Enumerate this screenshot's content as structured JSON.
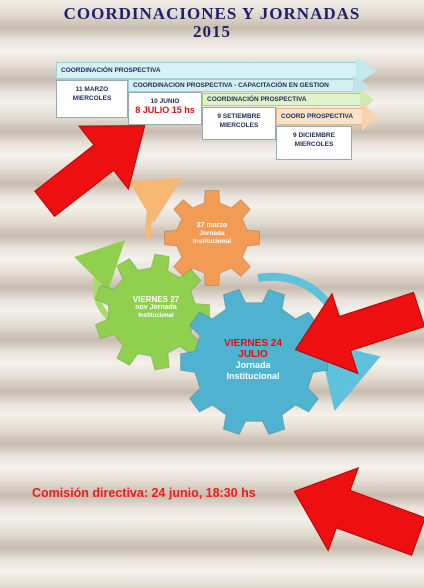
{
  "title": {
    "line1": "COORDINACIONES Y JORNADAS",
    "line2": "2015"
  },
  "timeline": [
    {
      "bar_label": "COORDINACIÓN PROSPECTIVA",
      "box_lines": [
        "11 MARZO",
        "MIERCOLES"
      ],
      "bar_color": "#d6f2f5",
      "head_color": "#c2e9ee"
    },
    {
      "bar_label": "COORDINACION PROSPECTIVA - CAPACITACIÓN EN GESTION",
      "box_lines": [
        "10 JUNIO"
      ],
      "box_red": "8 JULIO  15 hs",
      "bar_color": "#d4eef2",
      "head_color": "#bfe3e9"
    },
    {
      "bar_label": "COORDINACIÓN PROSPECTIVA",
      "box_lines": [
        "9 SETIEMBRE",
        "MIERCOLES"
      ],
      "bar_color": "#dff2c8",
      "head_color": "#cfeab0"
    },
    {
      "bar_label": "COORD PROSPECTIVA",
      "box_lines": [
        "9 DICIEMBRE",
        "MIERCOLES"
      ],
      "bar_color": "#fbe3c8",
      "head_color": "#f6d2ad"
    }
  ],
  "gears": [
    {
      "line1": "27 marzo",
      "line2": "Jornada",
      "line3": "Institucional",
      "color": "#f29b54"
    },
    {
      "line1": "VIERNES 27",
      "line2": "nov Jornada",
      "line3": "Institucional",
      "color": "#8fd14f"
    },
    {
      "line1": "VIERNES 24",
      "line2": "JULIO",
      "line3": "Jornada",
      "line4": "Institucional",
      "color": "#4fb3cf"
    }
  ],
  "footer_text": "Comisión directiva: 24 junio, 18:30 hs",
  "colors": {
    "title": "#1f1f6e",
    "accent_red": "#ee1c1c"
  }
}
